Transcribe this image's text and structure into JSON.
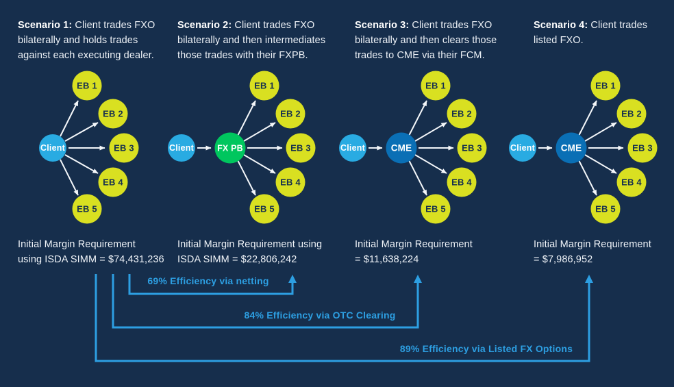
{
  "colors": {
    "background": "#162E4C",
    "client_node": "#29ABE2",
    "fxpb_node": "#00C65E",
    "cme_node": "#0A6FB5",
    "eb_node": "#D9E021",
    "bracket": "#2D9FE2",
    "text": "#EEF2F7"
  },
  "scenarios": [
    {
      "title_bold": "Scenario 1:",
      "title_rest": " Client trades FXO bilaterally and holds trades against each executing dealer.",
      "client": "Client",
      "eb": [
        "EB 1",
        "EB 2",
        "EB 3",
        "EB 4",
        "EB 5"
      ],
      "margin_line1": "Initial Margin Requirement",
      "margin_line2": "using ISDA SIMM = $74,431,236"
    },
    {
      "title_bold": "Scenario 2:",
      "title_rest": " Client trades FXO bilaterally and then intermediates those trades with their FXPB.",
      "client": "Client",
      "hub": "FX PB",
      "eb": [
        "EB 1",
        "EB 2",
        "EB 3",
        "EB 4",
        "EB 5"
      ],
      "margin_line1": "Initial Margin Requirement using",
      "margin_line2": "ISDA SIMM = $22,806,242"
    },
    {
      "title_bold": "Scenario 3:",
      "title_rest": " Client trades FXO bilaterally and then clears those trades to CME via their FCM.",
      "client": "Client",
      "hub": "CME",
      "eb": [
        "EB 1",
        "EB 2",
        "EB 3",
        "EB 4",
        "EB 5"
      ],
      "margin_line1": "Initial Margin Requirement",
      "margin_line2": "= $11,638,224"
    },
    {
      "title_bold": "Scenario 4:",
      "title_rest": " Client trades listed FXO.",
      "client": "Client",
      "hub": "CME",
      "eb": [
        "EB 1",
        "EB 2",
        "EB 3",
        "EB 4",
        "EB 5"
      ],
      "margin_line1": "Initial Margin Requirement",
      "margin_line2": "= $7,986,952"
    }
  ],
  "efficiency_brackets": [
    {
      "label": "69% Efficiency via netting"
    },
    {
      "label": "84% Efficiency via OTC Clearing"
    },
    {
      "label": "89% Efficiency via Listed FX Options"
    }
  ]
}
